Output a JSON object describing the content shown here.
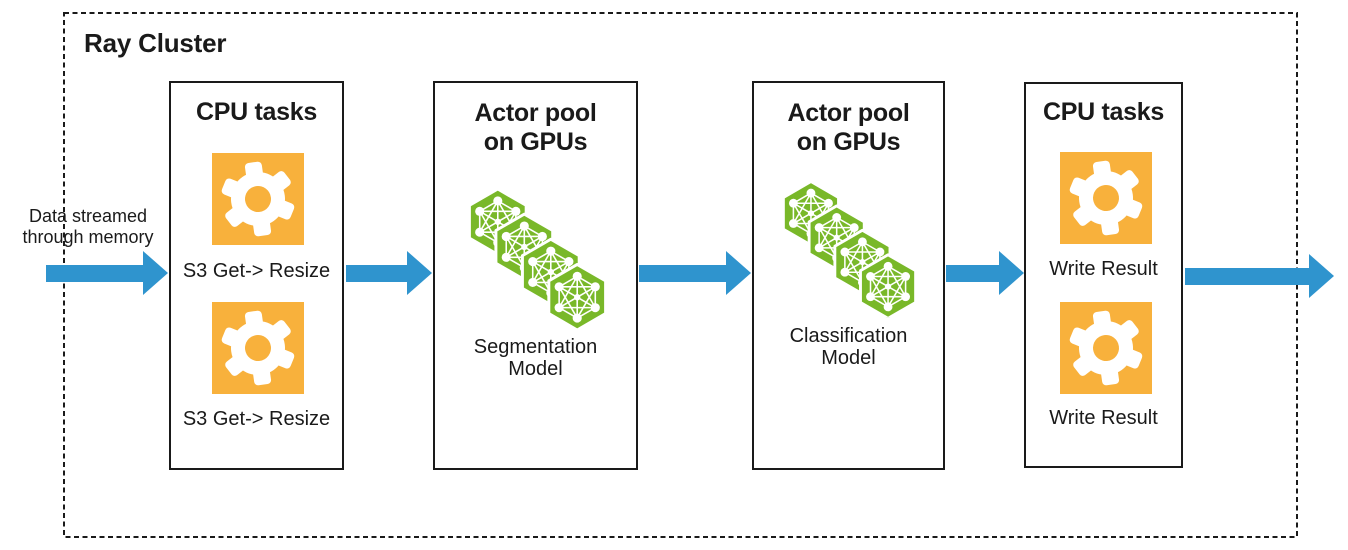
{
  "cluster": {
    "label": "Ray Cluster"
  },
  "input_caption": {
    "line1": "Data streamed",
    "line2": "through memory"
  },
  "boxes": {
    "cpu_ingest": {
      "title": "CPU tasks",
      "icon": "gear-icon",
      "task1_label": "S3 Get-> Resize",
      "task2_label": "S3 Get-> Resize"
    },
    "segmentation_pool": {
      "title_line1": "Actor pool",
      "title_line2": "on GPUs",
      "icon": "neural-network-hex-cluster-icon",
      "model_line1": "Segmentation",
      "model_line2": "Model"
    },
    "classification_pool": {
      "title_line1": "Actor pool",
      "title_line2": "on GPUs",
      "icon": "neural-network-hex-cluster-icon",
      "model_line1": "Classification",
      "model_line2": "Model"
    },
    "cpu_write": {
      "title": "CPU tasks",
      "icon": "gear-icon",
      "task1_label": "Write Result",
      "task2_label": "Write Result"
    }
  },
  "colors": {
    "arrow_blue": "#2F94CE",
    "gear_orange": "#F8B13C",
    "hex_green": "#79B829",
    "line_black": "#1A1A1A"
  }
}
